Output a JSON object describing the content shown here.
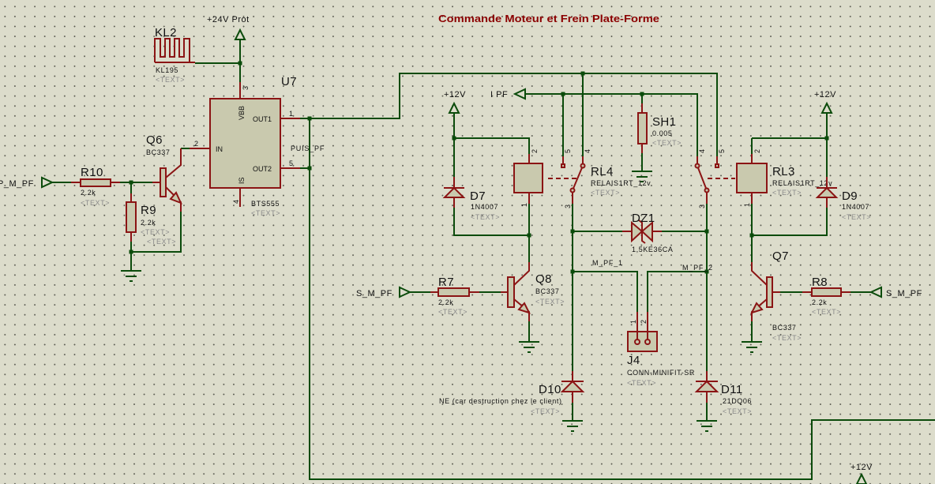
{
  "title": "Commande Moteur et Frein Plate-Forme",
  "colors": {
    "background": "#dcdccb",
    "wire": "#0b4b0b",
    "component": "#8b1414",
    "component_fill": "#c9c9ae",
    "title": "#8b0000",
    "placeholder_text": "#8a8a8a"
  },
  "power": {
    "v24_prot": "+24V Prot",
    "v12_left": "+12V",
    "v12_right": "+12V",
    "v12_bottom": "+12V"
  },
  "ports": {
    "p_m_pf": "P_M_PF",
    "i_pf": "I PF",
    "s_m_pf_left": "S_M_PF",
    "s_m_pf_right": "S_M_PF"
  },
  "nets": {
    "puis_pf": "PUIS_PF",
    "m_pf_1": "M_PF_1",
    "m_pf_2": "M_PF_2"
  },
  "components": {
    "kl2": {
      "ref": "KL2",
      "value": "KL195",
      "text": "<TEXT>"
    },
    "u7": {
      "ref": "U7",
      "value": "BTS555",
      "text": "<TEXT>",
      "pins": {
        "vbb": {
          "name": "VBB",
          "num": "3"
        },
        "out1": {
          "name": "OUT1",
          "num": "1"
        },
        "out2": {
          "name": "OUT2",
          "num": "5"
        },
        "in": {
          "name": "IN",
          "num": "2"
        },
        "is": {
          "name": "IS",
          "num": "4"
        }
      }
    },
    "q6": {
      "ref": "Q6",
      "value": "BC337",
      "text": "<TEXT>"
    },
    "r10": {
      "ref": "R10",
      "value": "2.2k",
      "text": "<TEXT>"
    },
    "r9": {
      "ref": "R9",
      "value": "2.2k",
      "text": "<TEXT>"
    },
    "d7": {
      "ref": "D7",
      "value": "1N4007",
      "text": "<TEXT>"
    },
    "rl4": {
      "ref": "RL4",
      "value": "RELAIS1RT_12v",
      "text": "<TEXT>",
      "pins": {
        "p1": "1",
        "p2": "2",
        "p3": "3",
        "p4": "4",
        "p5": "5"
      }
    },
    "sh1": {
      "ref": "SH1",
      "value": "0.005",
      "text": "<TEXT>"
    },
    "rl3": {
      "ref": "RL3",
      "value": "RELAIS1RT_12v",
      "text": "<TEXT>",
      "pins": {
        "p1": "1",
        "p2": "2",
        "p3": "3",
        "p4": "4",
        "p5": "5"
      }
    },
    "d9": {
      "ref": "D9",
      "value": "1N4007",
      "text": "<TEXT>"
    },
    "dz1": {
      "ref": "DZ1",
      "value": "1,5KE36CA"
    },
    "q8": {
      "ref": "Q8",
      "value": "BC337",
      "text": "<TEXT>"
    },
    "r7": {
      "ref": "R7",
      "value": "2.2k",
      "text": "<TEXT>"
    },
    "q7": {
      "ref": "Q7",
      "value": "BC337",
      "text": "<TEXT>"
    },
    "r8": {
      "ref": "R8",
      "value": "2.2k",
      "text": "<TEXT>"
    },
    "j4": {
      "ref": "J4",
      "value": "CONN-MINIFIT-SR",
      "text": "<TEXT>",
      "pins": {
        "p1": "1",
        "p2": "2"
      }
    },
    "d10": {
      "ref": "D10",
      "value": "NE (car destruction chez le client)",
      "text": "<TEXT>"
    },
    "d11": {
      "ref": "D11",
      "value": "21DQ06",
      "text": "<TEXT>"
    }
  }
}
